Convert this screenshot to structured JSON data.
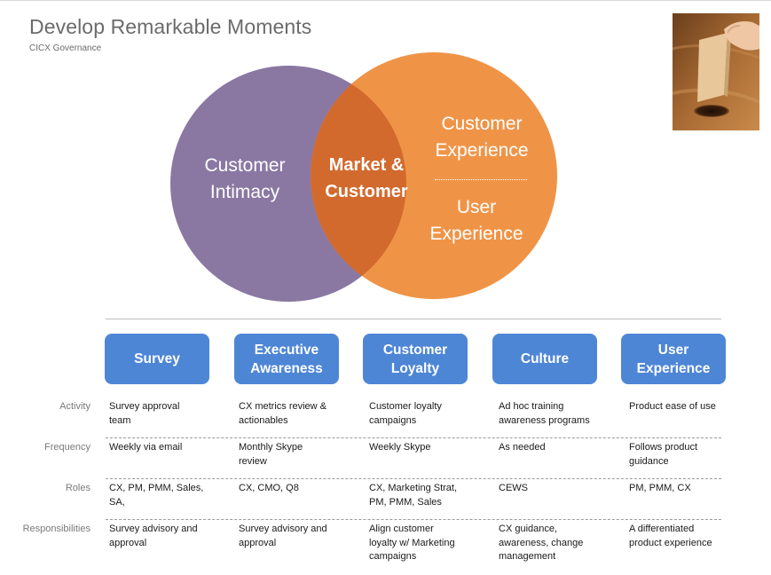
{
  "header": {
    "title": "Develop Remarkable Moments",
    "subtitle": "CICX Governance"
  },
  "venn": {
    "left_label": "Customer\nIntimacy",
    "center_label": "Market &\nCustomer",
    "right_top_label": "Customer\nExperience",
    "right_bottom_label": "User\nExperience",
    "left_color": "#8a78a3",
    "right_color": "#ef9447",
    "overlap_color": "#d26a2e"
  },
  "pillars": [
    {
      "label": "Survey"
    },
    {
      "label": "Executive\nAwareness"
    },
    {
      "label": "Customer\nLoyalty"
    },
    {
      "label": "Culture"
    },
    {
      "label": "User\nExperience"
    }
  ],
  "pillar_color": "#4e86d6",
  "table": {
    "rows": [
      {
        "label": "Activity",
        "cells": [
          "Survey approval\nteam",
          "CX metrics review &\nactionables",
          "Customer loyalty\ncampaigns",
          "Ad hoc training\nawareness programs",
          "Product ease of use"
        ]
      },
      {
        "label": "Frequency",
        "cells": [
          "Weekly via email",
          "Monthly Skype\nreview",
          "Weekly Skype",
          "As needed",
          "Follows product\nguidance"
        ]
      },
      {
        "label": "Roles",
        "cells": [
          "CX, PM, PMM, Sales,\nSA,",
          "CX, CMO, Q8",
          "CX, Marketing Strat,\nPM, PMM, Sales",
          "CEWS",
          "PM, PMM, CX"
        ]
      },
      {
        "label": "Responsibilities",
        "cells": [
          "Survey advisory and\napproval",
          "Survey advisory and\napproval",
          "Align customer\nloyalty w/ Marketing\ncampaigns",
          "CX guidance,\nawareness, change\nmanagement",
          "A differentiated\nproduct experience"
        ]
      }
    ]
  }
}
